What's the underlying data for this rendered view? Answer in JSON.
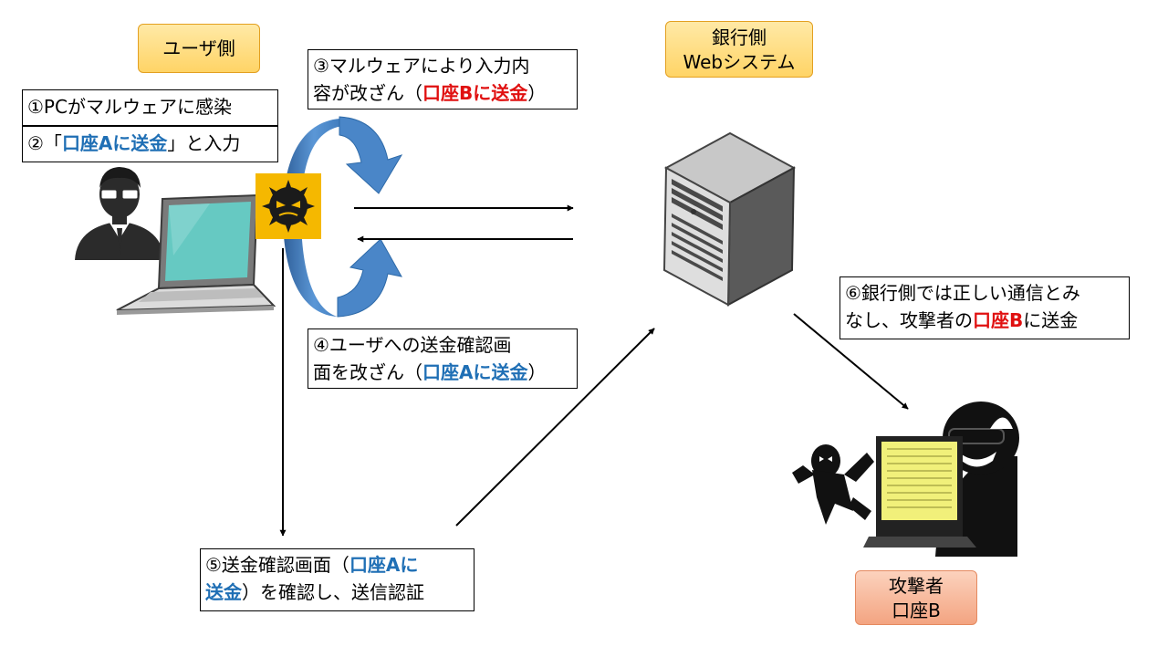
{
  "labels": {
    "user_side": "ユーザ側",
    "bank_side_line1": "銀行側",
    "bank_side_line2": "Webシステム",
    "attacker_line1": "攻撃者",
    "attacker_line2": "口座B"
  },
  "steps": {
    "s1": "①PCがマルウェアに感染",
    "s2": {
      "a": "②「",
      "b": "口座A",
      "c": "に送金",
      "d": "」と入力"
    },
    "s3": {
      "a": "③マルウェアにより入力内",
      "b": "容が改ざん（",
      "c": "口座Bに送金",
      "d": "）"
    },
    "s4": {
      "a": "④ユーザへの送金確認画",
      "b": "面を改ざん（",
      "c": "口座Aに送金",
      "d": "）"
    },
    "s5": {
      "a": "⑤送金確認画面（",
      "b": "口座Aに",
      "c": "送金",
      "d": "）を確認し、送信認証"
    },
    "s6": {
      "a": "⑥銀行側では正しい通信とみ",
      "b": "なし、攻撃者の",
      "c": "口座B",
      "d": "に送金"
    }
  },
  "colors": {
    "highlight_blue": "#1f6fb5",
    "highlight_red": "#e01010",
    "label_fill": "#ffd466",
    "attacker_label_fill": "#f3a481",
    "arc_blue": "#4a86c8",
    "malware_fill": "#f5b800"
  },
  "icons": {
    "user": "user-with-glasses-icon",
    "laptop": "laptop-icon",
    "malware": "malware-virus-icon",
    "server": "server-tower-icon",
    "attacker": "hacker-with-laptop-icon"
  }
}
